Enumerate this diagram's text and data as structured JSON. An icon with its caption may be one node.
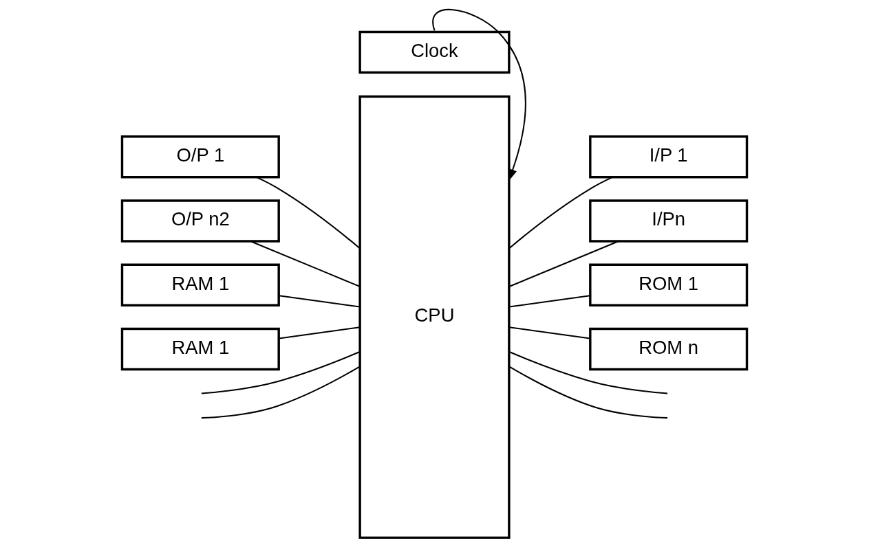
{
  "diagram": {
    "nodes": [
      {
        "text": [
          "O/P 1"
        ]
      },
      {
        "text": [
          "CPU"
        ]
      },
      {
        "text": [
          "I/P 1"
        ]
      },
      {
        "text": [
          "O/P n2"
        ]
      },
      {
        "text": [
          "I/Pn"
        ]
      },
      {
        "text": [
          "RAM 1"
        ]
      },
      {
        "text": [
          "ROM 1"
        ]
      },
      {
        "text": [
          "RAM 1"
        ]
      },
      {
        "text": [
          "ROM n"
        ]
      },
      {
        "text": [
          "Clock"
        ]
      }
    ],
    "edges": [
      {
        "from": 0,
        "to": 1,
        "arrow": "none"
      },
      {
        "from": 1,
        "to": 2,
        "arrow": "none"
      },
      {
        "from": null,
        "to": 1,
        "arrow": "none"
      },
      {
        "from": 1,
        "to": null,
        "arrow": "none"
      },
      {
        "from": 3,
        "to": 1,
        "arrow": "none"
      },
      {
        "from": 1,
        "to": 4,
        "arrow": "none"
      },
      {
        "from": 5,
        "to": 1,
        "arrow": "none"
      },
      {
        "from": 1,
        "to": 6,
        "arrow": "none"
      },
      {
        "from": null,
        "to": 1,
        "arrow": "none"
      },
      {
        "from": 1,
        "to": null,
        "arrow": "none"
      },
      {
        "from": 7,
        "to": 1,
        "arrow": "none"
      },
      {
        "from": 1,
        "to": 8,
        "arrow": "none"
      },
      {
        "from": 9,
        "to": 1,
        "arrow": "to"
      }
    ]
  }
}
